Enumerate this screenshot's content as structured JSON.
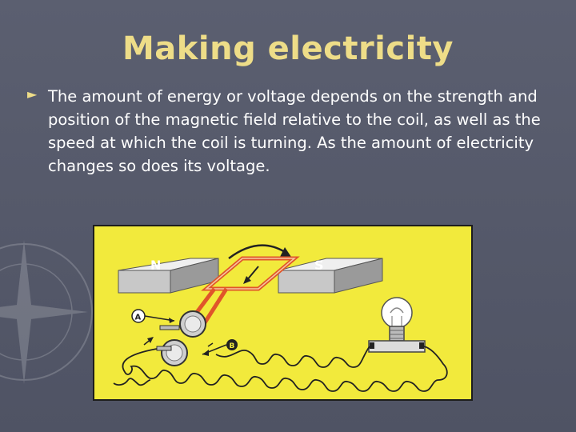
{
  "slide": {
    "title": "Making electricity",
    "bullet_marker": "►",
    "bullet_text": "The amount of energy or voltage depends on the strength and position of the magnetic field relative to the coil, as well as the speed at which the coil is turning. As the amount of electricity changes so does its voltage."
  },
  "figure": {
    "magnet_north_label": "N",
    "magnet_south_label": "S",
    "brush_a_label": "A",
    "brush_b_label": "B",
    "colors": {
      "background": "#f2ea3c",
      "coil": "#e0552a",
      "magnet": "#d4d4d4"
    }
  }
}
